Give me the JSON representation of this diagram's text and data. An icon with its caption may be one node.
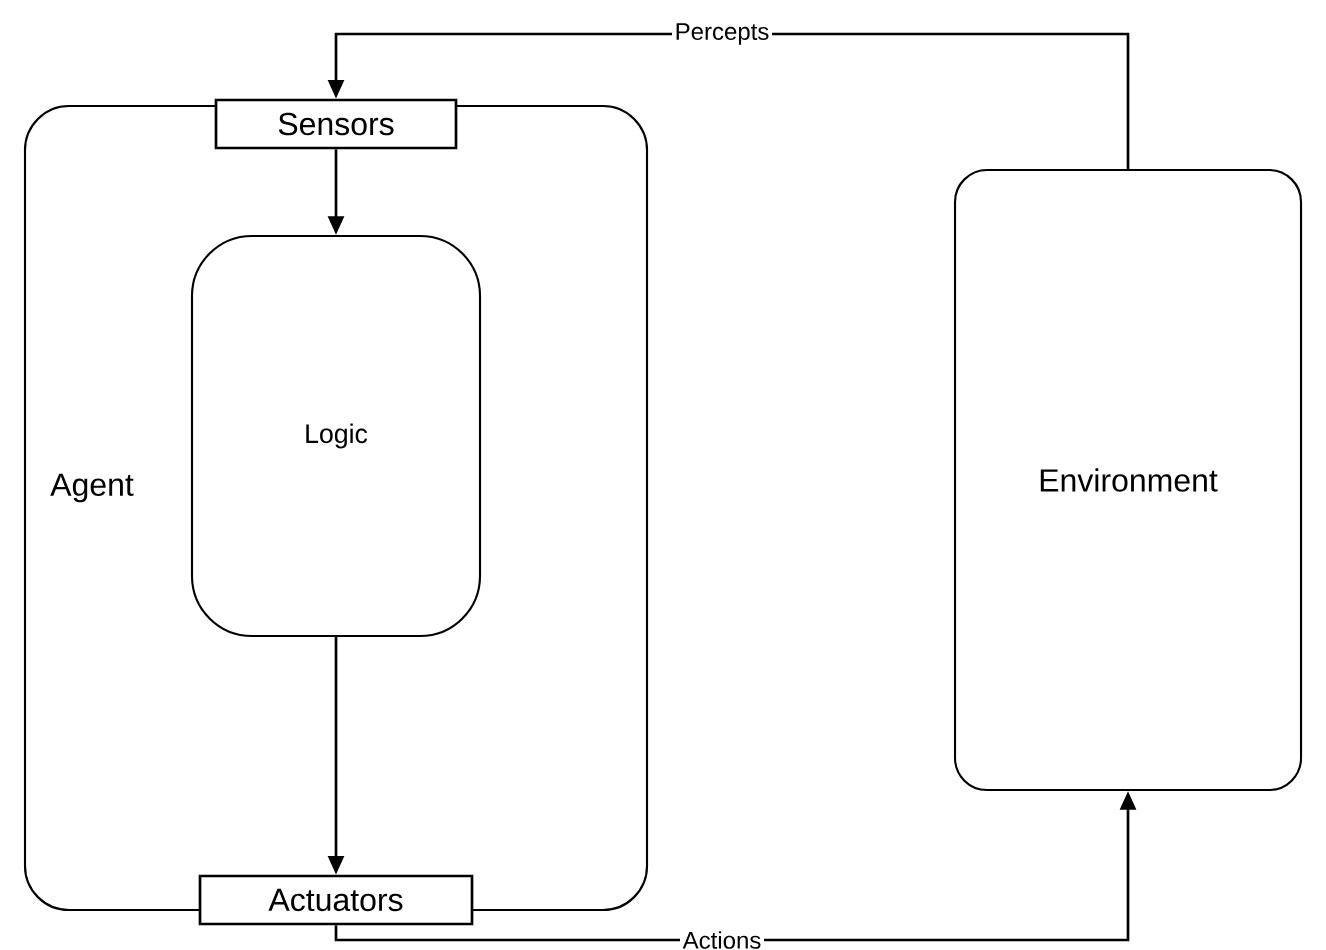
{
  "diagram": {
    "nodes": [
      {
        "text": [
          "Agent"
        ]
      },
      {
        "text": [
          "Sensors"
        ],
        "in": 0
      },
      {
        "text": [
          "Logic"
        ],
        "in": 0
      },
      {
        "text": [
          "Actuators"
        ],
        "in": 0
      },
      {
        "text": [
          "Environment"
        ]
      }
    ],
    "edges": [
      {
        "from": 1,
        "to": 2,
        "arrow": "to"
      },
      {
        "from": 2,
        "to": 3,
        "arrow": "to"
      },
      {
        "from": 4,
        "to": 1,
        "arrow": "to",
        "label": "Percepts"
      },
      {
        "from": 3,
        "to": 4,
        "arrow": "to",
        "label": "Actions"
      }
    ]
  }
}
